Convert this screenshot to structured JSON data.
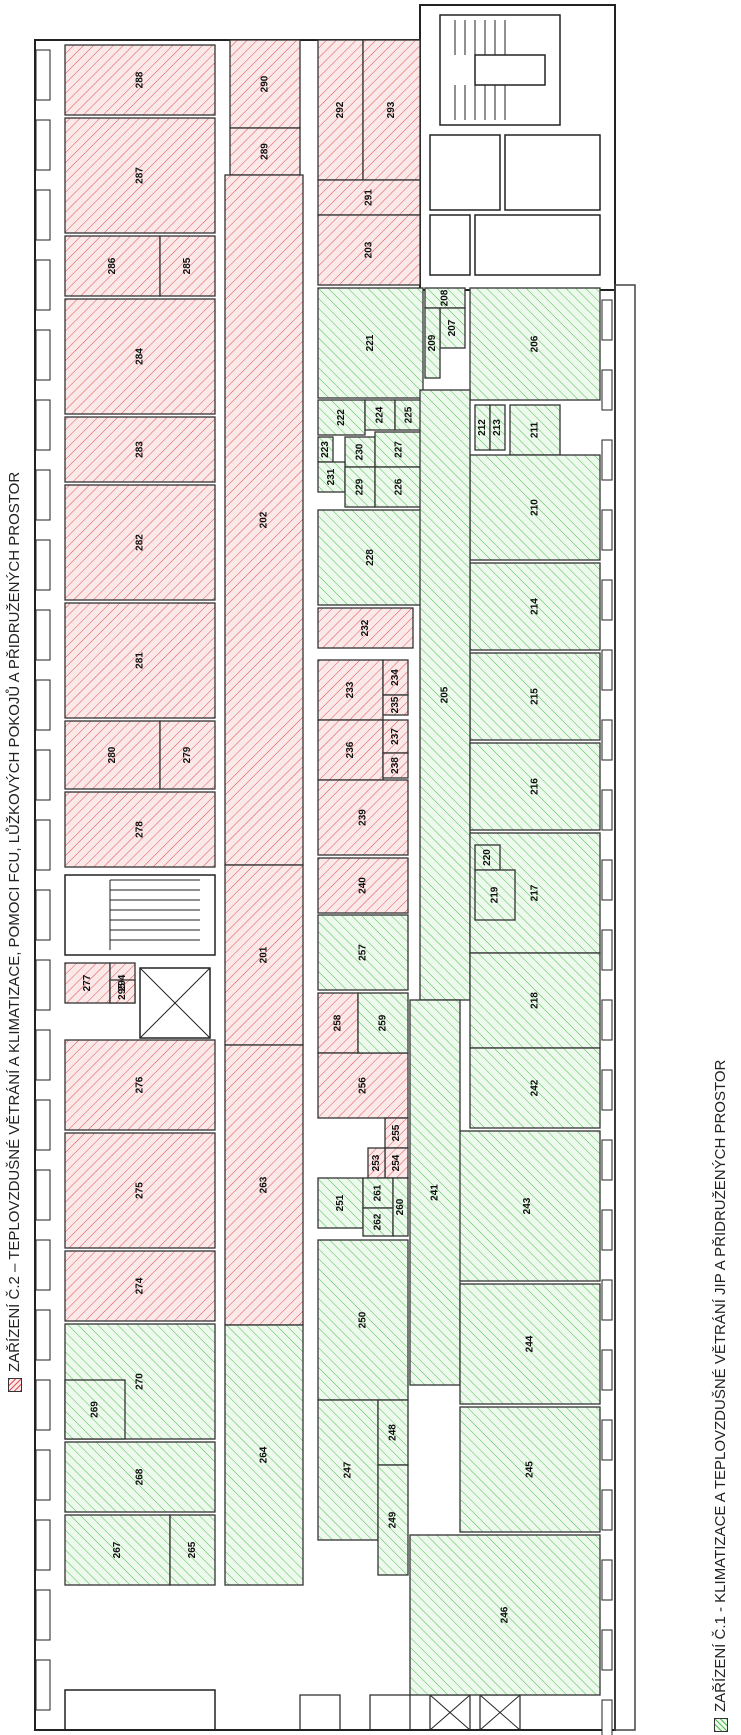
{
  "legend": {
    "device2": {
      "text": "ZAŘÍZENÍ Č.2 – TEPLOVZDUŠNÉ VĚTRÁNÍ A KLIMATIZACE, POMOCI FCU, LŮŽKOVÝCH POKOJŮ A PŘIDRUŽENÝCH PROSTOR",
      "color": "#e05050"
    },
    "device1": {
      "text": "ZAŘÍZENÍ Č.1 - KLIMATIZACE A TEPLOVZDUŠNÉ VĚTRÁNÍ JIP A PŘIDRUŽENÝCH PROSTOR",
      "color": "#4cc04c"
    }
  },
  "rooms": [
    "288",
    "287",
    "286",
    "285",
    "284",
    "283",
    "282",
    "281",
    "280",
    "279",
    "278",
    "277",
    "294",
    "295",
    "276",
    "275",
    "274",
    "270",
    "269",
    "268",
    "267",
    "265",
    "290",
    "289",
    "202",
    "201",
    "263",
    "264",
    "292",
    "293",
    "291",
    "203",
    "221",
    "222",
    "223",
    "224",
    "225",
    "230",
    "227",
    "231",
    "229",
    "226",
    "228",
    "232",
    "233",
    "234",
    "235",
    "236",
    "237",
    "238",
    "239",
    "240",
    "257",
    "258",
    "259",
    "256",
    "255",
    "254",
    "253",
    "251",
    "261",
    "262",
    "260",
    "250",
    "247",
    "248",
    "249",
    "208",
    "207",
    "209",
    "206",
    "212",
    "213",
    "211",
    "210",
    "214",
    "215",
    "205",
    "216",
    "217",
    "220",
    "219",
    "218",
    "242",
    "243",
    "241",
    "244",
    "245",
    "246"
  ]
}
